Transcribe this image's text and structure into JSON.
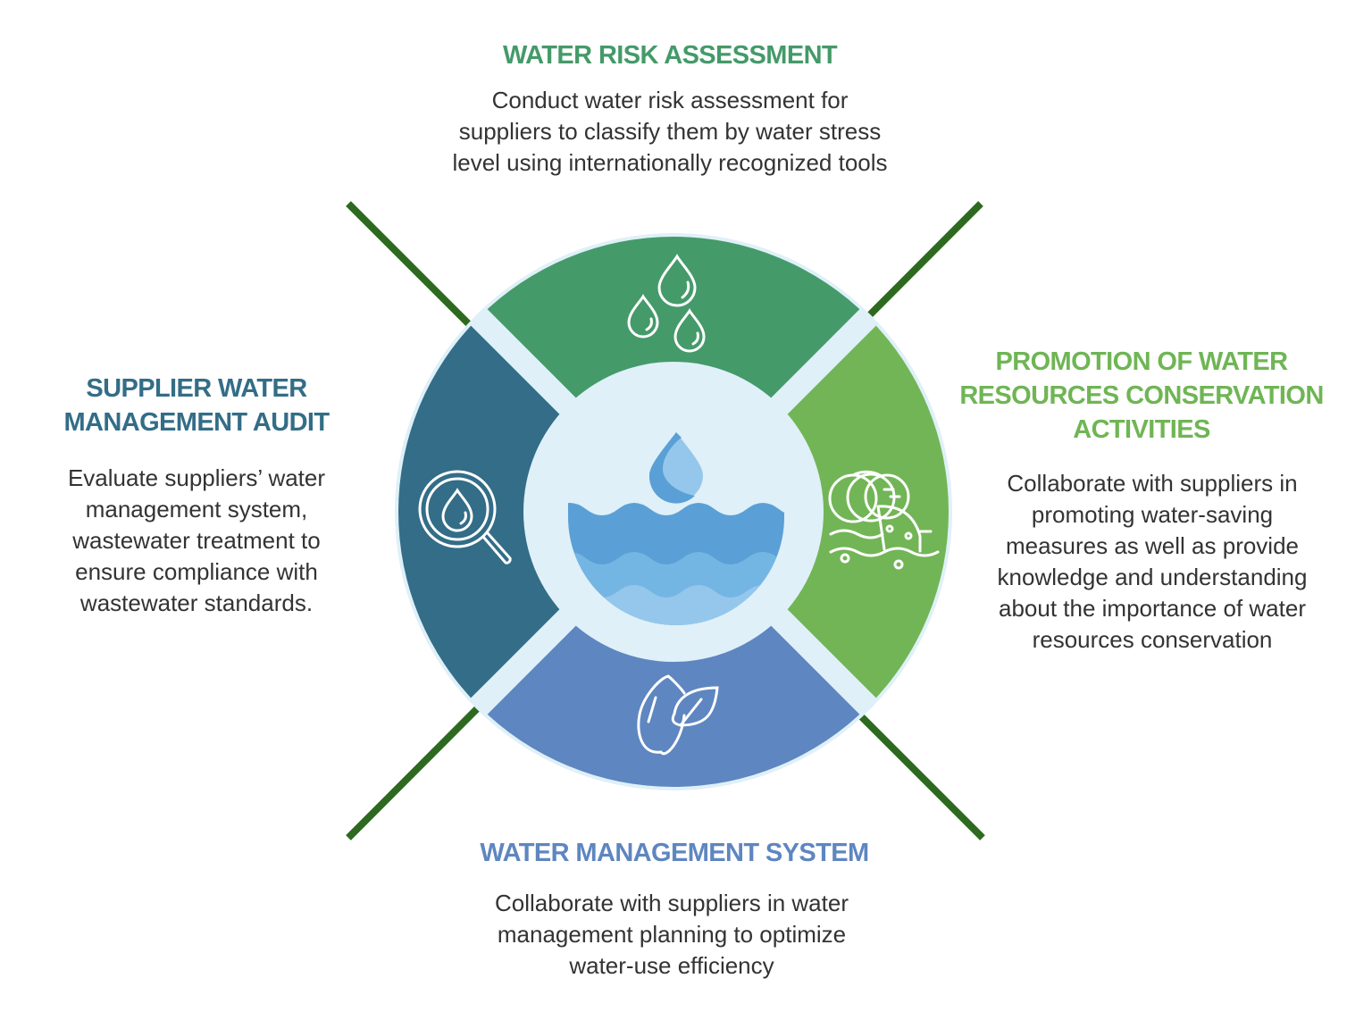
{
  "colors": {
    "top": "#459a6a",
    "left": "#336d87",
    "right": "#72b556",
    "bottom": "#5e86c0",
    "connector": "#2d6a1f",
    "background_circle": "#dff0f8",
    "water_dark": "#5aa0d6",
    "water_mid": "#74b6e3",
    "water_light": "#95c7ec"
  },
  "sections": {
    "top": {
      "icon": "water-drops-icon",
      "title": [
        "WATER RISK ASSESSMENT"
      ],
      "body": [
        "Conduct water risk assessment for",
        "suppliers to classify them by water stress",
        "level using internationally recognized tools"
      ]
    },
    "left": {
      "icon": "magnifier-drop-icon",
      "title": [
        "SUPPLIER WATER",
        "MANAGEMENT AUDIT"
      ],
      "body": [
        "Evaluate suppliers’ water",
        "management system,",
        "wastewater treatment to",
        "ensure compliance with",
        "wastewater standards."
      ]
    },
    "right": {
      "icon": "wastewater-pipe-icon",
      "title": [
        "PROMOTION OF WATER",
        "RESOURCES CONSERVATION",
        "ACTIVITIES"
      ],
      "body": [
        "Collaborate with suppliers in",
        "promoting water-saving",
        "measures as well as provide",
        "knowledge and understanding",
        "about the importance of water",
        "resources conservation"
      ]
    },
    "bottom": {
      "icon": "drop-leaf-icon",
      "title": [
        "WATER MANAGEMENT SYSTEM"
      ],
      "body": [
        "Collaborate with suppliers in water",
        "management planning to optimize",
        "water-use efficiency"
      ]
    }
  },
  "center": {
    "icon": "water-drop-waves-icon"
  }
}
